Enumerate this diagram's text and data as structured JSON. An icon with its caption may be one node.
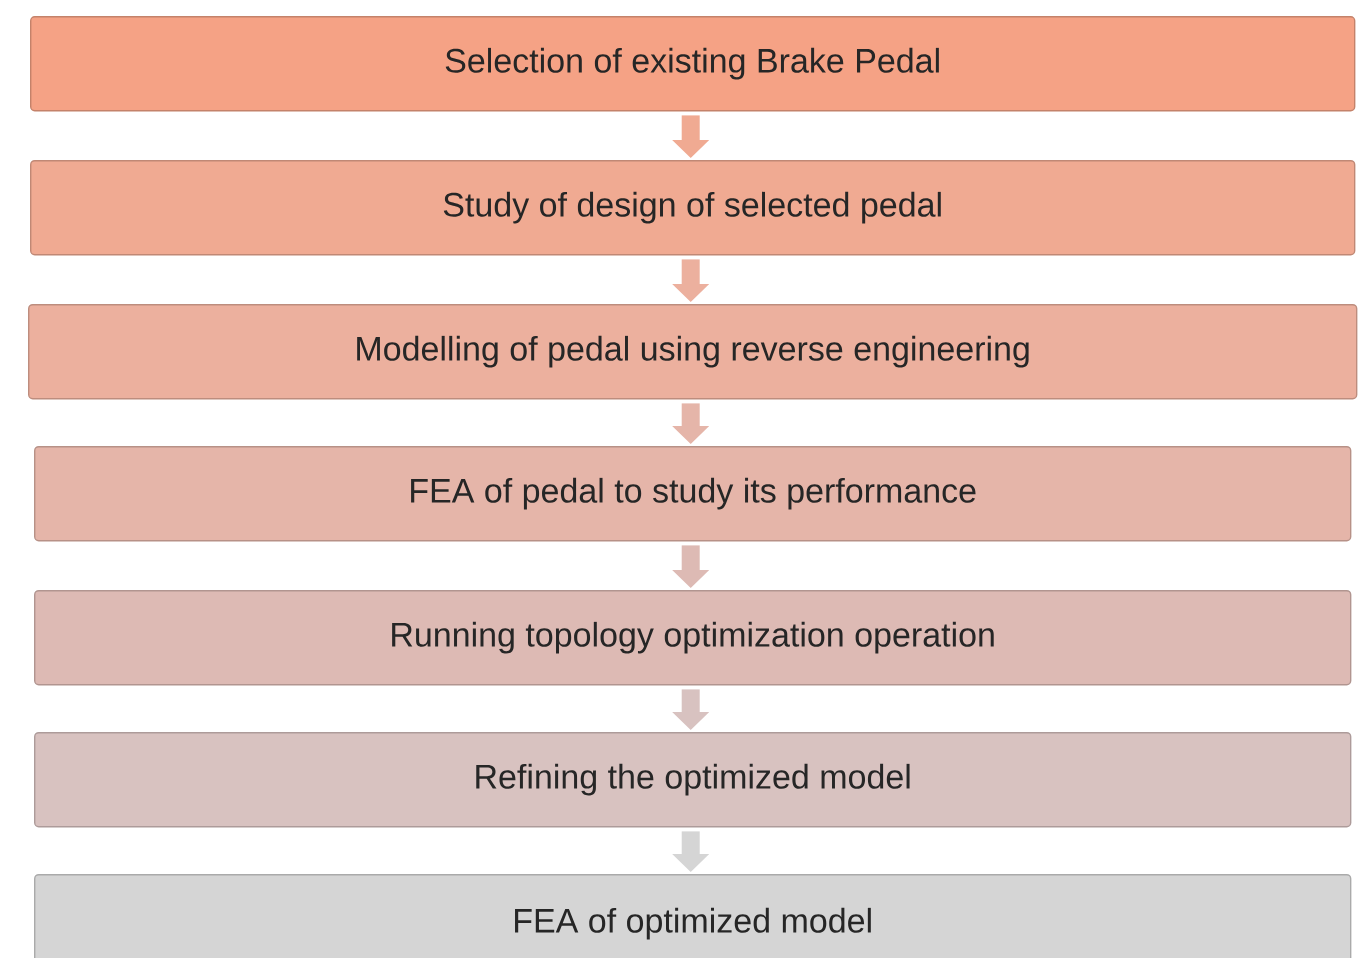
{
  "diagram": {
    "nodes": [
      {
        "text": [
          "Selection of existing Brake Pedal"
        ]
      },
      {
        "text": [
          "Study of design of selected pedal"
        ]
      },
      {
        "text": [
          "Modelling of pedal using reverse engineering"
        ]
      },
      {
        "text": [
          "FEA of pedal to study its performance"
        ]
      },
      {
        "text": [
          "Running topology optimization operation"
        ]
      },
      {
        "text": [
          "Refining the optimized model"
        ]
      },
      {
        "text": [
          "FEA of optimized model"
        ]
      }
    ],
    "edges": [
      {
        "from": 0,
        "to": 1,
        "arrow": "to"
      },
      {
        "from": 1,
        "to": 2,
        "arrow": "to"
      },
      {
        "from": 2,
        "to": 3,
        "arrow": "to"
      },
      {
        "from": 3,
        "to": 4,
        "arrow": "to"
      },
      {
        "from": 4,
        "to": 5,
        "arrow": "to"
      },
      {
        "from": 5,
        "to": 6,
        "arrow": "to"
      }
    ]
  }
}
